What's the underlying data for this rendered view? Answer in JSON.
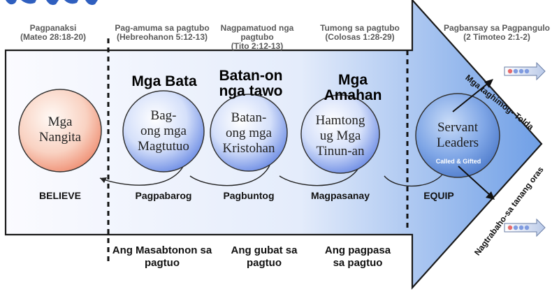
{
  "headers": [
    {
      "line1": "Pagpanaksi",
      "line2": "(Mateo 28:18-20)"
    },
    {
      "line1": "Pag-amuma sa pagtubo",
      "line2": "(Hebreohanon 5:12-13)"
    },
    {
      "line1": "Nagpamatuod nga",
      "line2": "pagtubo",
      "line3": "(Tito 2:12-13)"
    },
    {
      "line1": "Tumong sa pagtubo",
      "line2": "(Colosas 1:28-29)"
    },
    {
      "line1": "Pagbansay sa Pagpangulo",
      "line2": "(2 Timoteo 2:1-2)"
    }
  ],
  "stages": [
    {
      "line1": "Mga Bata"
    },
    {
      "line1": "Batan-on",
      "line2": "nga tawo"
    },
    {
      "line1": "Mga",
      "line2": "Amahan"
    }
  ],
  "circles": [
    {
      "line1": "Mga",
      "line2": "Nangita"
    },
    {
      "line1": "Bag-",
      "line2": "ong mga",
      "line3": "Magtutuo"
    },
    {
      "line1": "Batan-",
      "line2": "ong mga",
      "line3": "Kristohan"
    },
    {
      "line1": "Hamtong",
      "line2": "ug Mga",
      "line3": "Tinun-an"
    },
    {
      "line1": "Servant",
      "line2": "Leaders",
      "tagline": "Called & Gifted"
    }
  ],
  "labels": [
    "BELIEVE",
    "Pagpabarog",
    "Pagbuntog",
    "Magpasanay",
    "EQUIP"
  ],
  "bottom": [
    {
      "line1": "Ang Masabtonon sa",
      "line2": "pagtuo"
    },
    {
      "line1": "Ang gubat sa",
      "line2": "pagtuo"
    },
    {
      "line1": "Ang pagpasa",
      "line2": "sa pagtuo"
    }
  ],
  "branches": {
    "up": "Mga taghimog- Tolda",
    "down": "Nagtrabaho-sa tanang oras"
  },
  "colors": {
    "arrow_light": "#f6f9ff",
    "arrow_dark": "#6a9de8",
    "circle_pink": "#f29a80",
    "circle_blue": "#6f8fe8"
  }
}
